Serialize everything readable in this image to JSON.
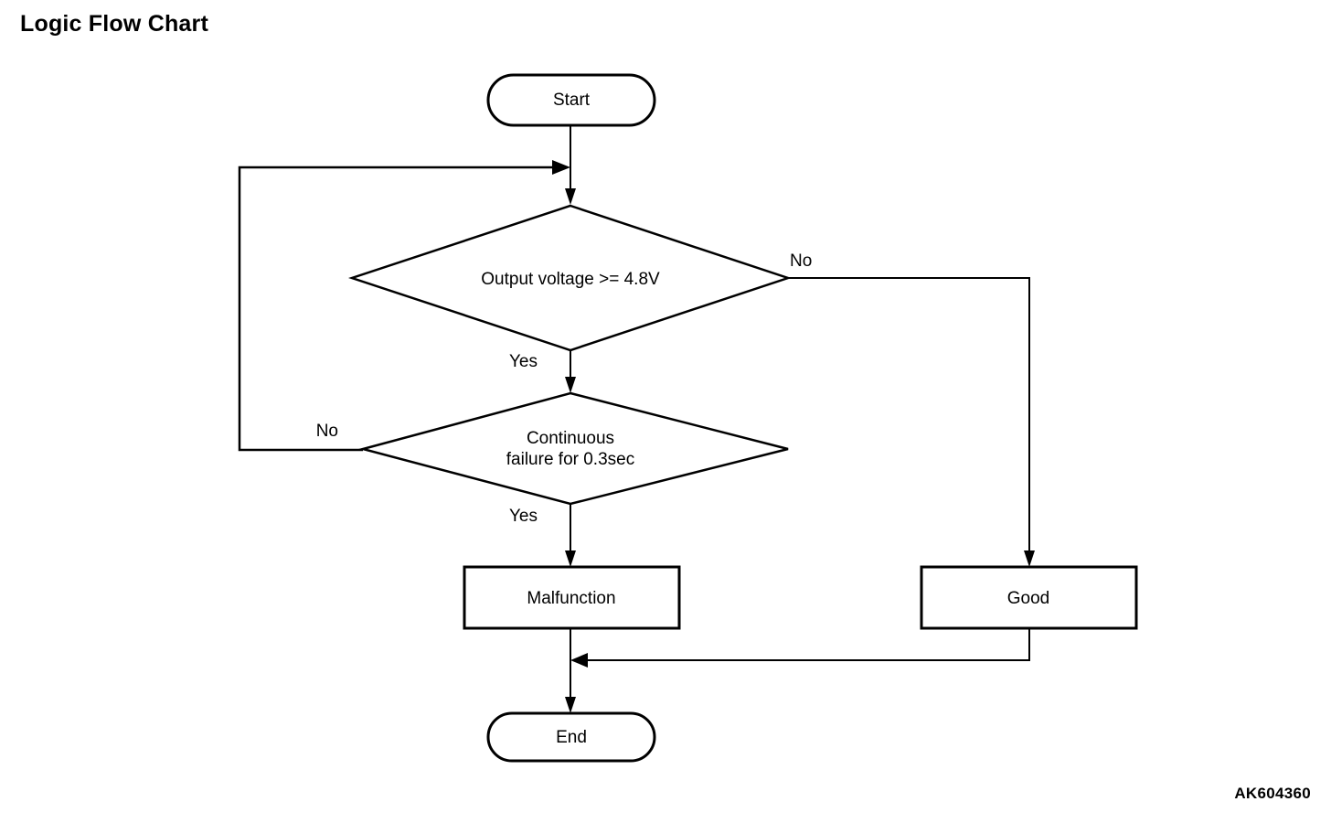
{
  "page": {
    "title": "Logic Flow Chart",
    "reference_code": "AK604360",
    "background_color": "#ffffff",
    "line_color": "#000000",
    "text_color": "#000000"
  },
  "chart_data": {
    "type": "diagram",
    "diagram_kind": "flowchart",
    "title": "Logic Flow Chart",
    "nodes": [
      {
        "id": "start",
        "shape": "stadium",
        "label": "Start"
      },
      {
        "id": "decision1",
        "shape": "diamond",
        "label": "Output voltage >= 4.8V"
      },
      {
        "id": "decision2",
        "shape": "diamond",
        "label_line1": "Continuous",
        "label_line2": "failure for 0.3sec"
      },
      {
        "id": "malfunction",
        "shape": "rectangle",
        "label": "Malfunction"
      },
      {
        "id": "good",
        "shape": "rectangle",
        "label": "Good"
      },
      {
        "id": "end",
        "shape": "stadium",
        "label": "End"
      }
    ],
    "edges": [
      {
        "from": "start",
        "to": "decision1",
        "label": ""
      },
      {
        "from": "decision1",
        "to": "decision2",
        "label": "Yes"
      },
      {
        "from": "decision1",
        "to": "good",
        "label": "No"
      },
      {
        "from": "decision2",
        "to": "malfunction",
        "label": "Yes"
      },
      {
        "from": "decision2",
        "to": "decision1",
        "label": "No"
      },
      {
        "from": "malfunction",
        "to": "end",
        "label": ""
      },
      {
        "from": "good",
        "to": "end",
        "label": ""
      }
    ]
  },
  "labels": {
    "start": "Start",
    "decision1": "Output voltage >= 4.8V",
    "decision2_line1": "Continuous",
    "decision2_line2": "failure for 0.3sec",
    "malfunction": "Malfunction",
    "good": "Good",
    "end": "End",
    "yes1": "Yes",
    "no1": "No",
    "yes2": "Yes",
    "no2": "No"
  }
}
